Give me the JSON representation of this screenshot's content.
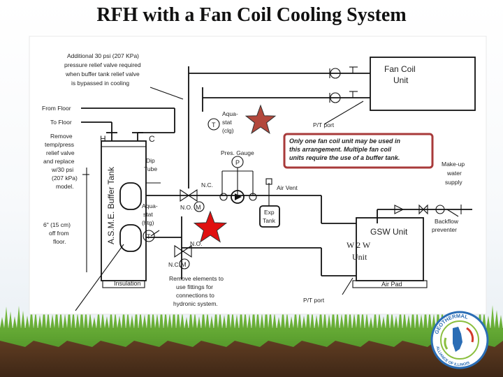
{
  "title": "RFH with a Fan Coil Cooling System",
  "notes": {
    "relief_1": "Additional 30 psi (207 KPa)",
    "relief_2": "pressure relief valve required",
    "relief_3": "when buffer tank relief valve",
    "relief_4": "is bypassed in cooling",
    "from_floor": "From Floor",
    "to_floor": "To Floor",
    "remove_1": "Remove",
    "remove_2": "temp/press",
    "remove_3": "relief valve",
    "remove_4": "and replace",
    "remove_5": "w/30 psi",
    "remove_6": "(207 kPa)",
    "remove_7": "model.",
    "offset_1": "6\" (15 cm)",
    "offset_2": "off from",
    "offset_3": "floor.",
    "elements_1": "Remove elements to",
    "elements_2": "use fittings for",
    "elements_3": "connections to",
    "elements_4": "hydronic system."
  },
  "labels": {
    "hot": "H",
    "cold": "C",
    "tank": "A.S.M.E. Buffer Tank",
    "dip_1": "Dip",
    "dip_2": "Tube",
    "aquastat_top_1": "Aqua-",
    "aquastat_top_2": "stat",
    "aquastat_top_3": "(clg)",
    "aquastat_low_1": "Aqua-",
    "aquastat_low_2": "stat",
    "aquastat_low_3": "(htg)",
    "temp_symbol": "T",
    "press_symbol": "P",
    "motor_symbol": "M",
    "pres_gauge": "Pres. Gauge",
    "air_vent": "Air Vent",
    "exp_1": "Exp",
    "exp_2": "Tank",
    "pt_port_top": "P/T port",
    "pt_port_bottom": "P/T port",
    "fan_coil_1": "Fan Coil",
    "fan_coil_2": "Unit",
    "gsw_unit": "GSW Unit",
    "w2w_1": "W 2 W",
    "w2w_2": "Unit",
    "air_pad": "Air Pad",
    "makeup_1": "Make-up",
    "makeup_2": "water",
    "makeup_3": "supply",
    "backflow_1": "Backflow",
    "backflow_2": "preventer",
    "insulation": "Insulation",
    "nc": "N.C.",
    "no": "N.O.",
    "warning_1": "Only one fan coil unit may be used in",
    "warning_2": "this arrangement. Multiple fan coil",
    "warning_3": "units require the use of a buffer tank."
  },
  "logo": {
    "top": "GEOTHERMAL",
    "bottom": "ALLIANCE OF ILLINOIS"
  },
  "colors": {
    "star": "#b3483c",
    "star_red": "#e01010",
    "warning_border": "#a83a3a",
    "grass": "#4f9a2a",
    "soil": "#5b3b22"
  }
}
